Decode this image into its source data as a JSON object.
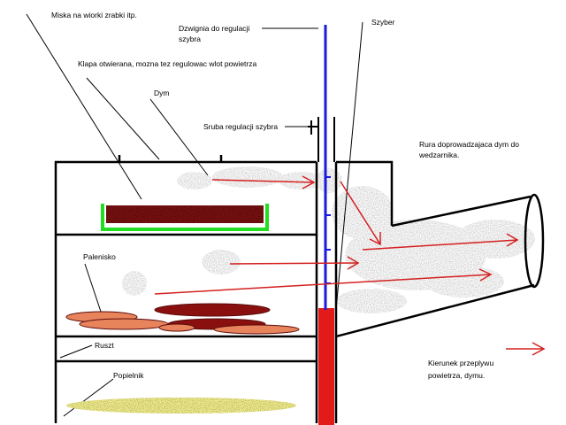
{
  "labels": {
    "miska": "Miska na wiorki zrabki itp.",
    "klapa": "Klapa otwierana, mozna  tez regulowac wlot powietrza",
    "dym": "Dym",
    "dzwignia_1": "Dzwignia do regulacji",
    "dzwignia_2": "szybra",
    "szyber": "Szyber",
    "sruba": "Sruba regulacji szybra",
    "rura_1": "Rura doprowadzajaca dym do",
    "rura_2": "wedzarnika.",
    "palenisko": "Palenisko",
    "ruszt": "Ruszt",
    "popielnik": "Popielnik",
    "kierunek_1": "Kierunek przeplywu",
    "kierunek_2": "powietrza, dymu."
  },
  "colors": {
    "outline": "#000000",
    "lever": "#1a1adc",
    "damper": "#e31a1a",
    "arrow": "#d42020",
    "bowl": "#22dd22",
    "chips": "#7a1010",
    "ash": "#f0ec8a",
    "fire_light": "#e8845c",
    "fire_dark": "#8a1010",
    "smoke": "#9a9a9a"
  }
}
